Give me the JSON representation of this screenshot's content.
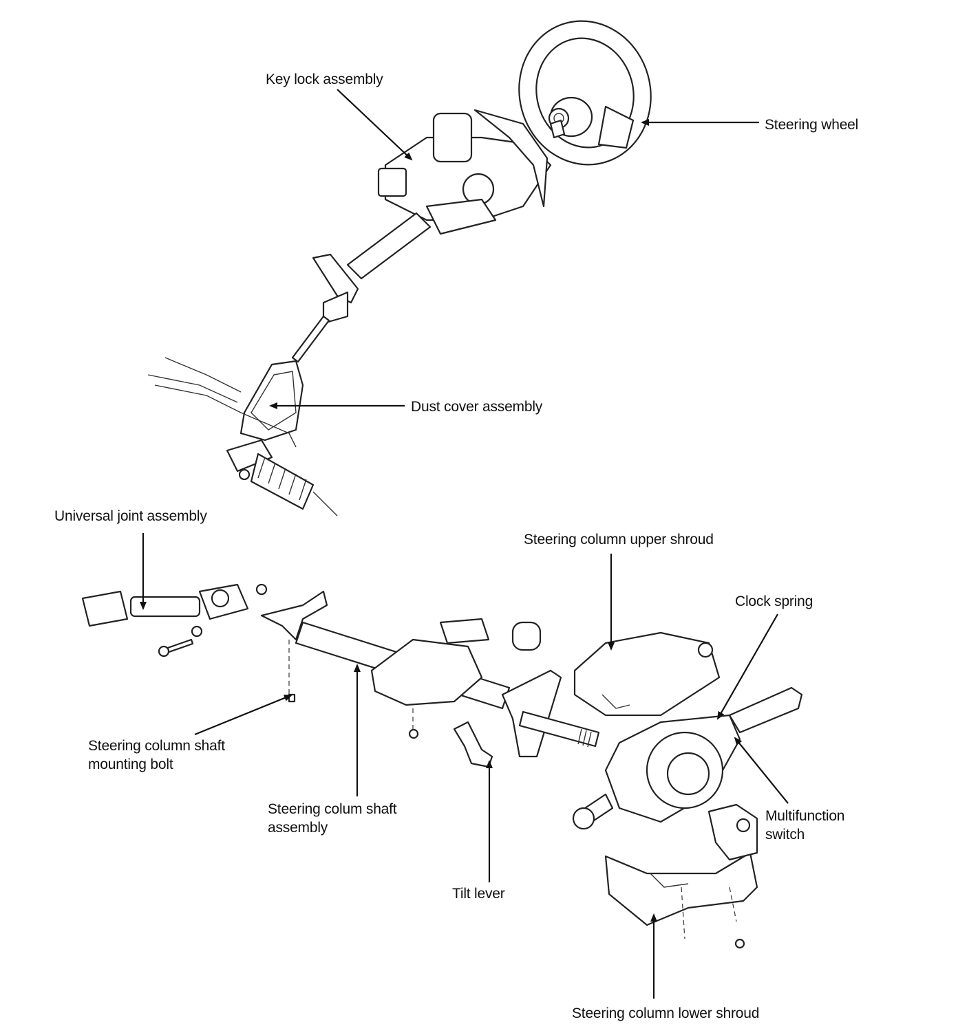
{
  "labels": {
    "key_lock": "Key lock assembly",
    "steering_wheel": "Steering wheel",
    "dust_cover": "Dust cover assembly",
    "universal_joint": "Universal joint assembly",
    "upper_shroud": "Steering column upper shroud",
    "clock_spring": "Clock spring",
    "mounting_bolt_line1": "Steering column shaft",
    "mounting_bolt_line2": "mounting bolt",
    "shaft_assembly_line1": "Steering colum shaft",
    "shaft_assembly_line2": "assembly",
    "multifunction_line1": "Multifunction",
    "multifunction_line2": "switch",
    "tilt_lever": "Tilt lever",
    "lower_shroud": "Steering column lower shroud"
  },
  "colors": {
    "ink": "#111111",
    "background": "#ffffff"
  }
}
